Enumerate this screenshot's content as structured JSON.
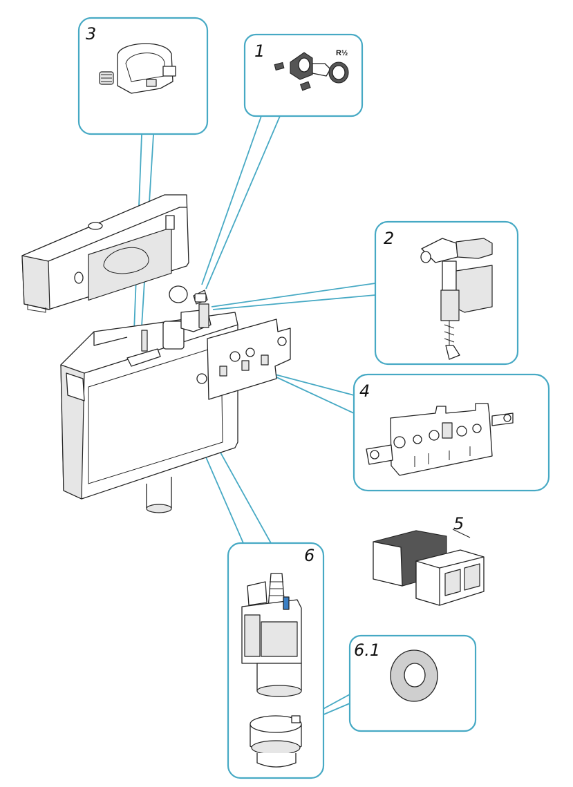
{
  "diagram": {
    "accent_color": "#46a9c4",
    "callouts": [
      {
        "id": "c1",
        "label": "1",
        "sublabel": "R½"
      },
      {
        "id": "c2",
        "label": "2"
      },
      {
        "id": "c3",
        "label": "3"
      },
      {
        "id": "c4",
        "label": "4"
      },
      {
        "id": "c5",
        "label": "5"
      },
      {
        "id": "c6",
        "label": "6"
      },
      {
        "id": "c61",
        "label": "6.1"
      }
    ]
  }
}
